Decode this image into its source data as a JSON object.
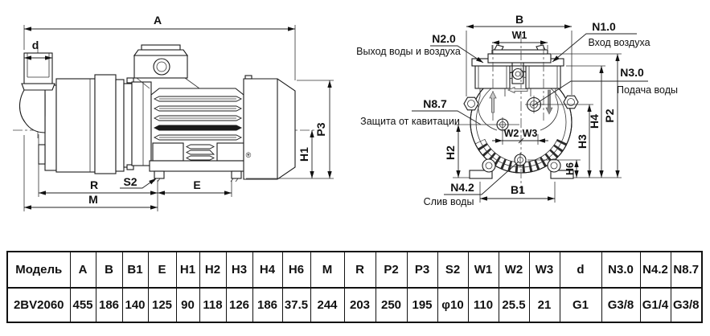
{
  "labels": {
    "A": "A",
    "B": "B",
    "B1": "B1",
    "E": "E",
    "H1": "H1",
    "H2": "H2",
    "H3": "H3",
    "H4": "H4",
    "H6": "H6",
    "M": "M",
    "R": "R",
    "P2": "P2",
    "P3": "P3",
    "S2": "S2",
    "W1": "W1",
    "W2": "W2",
    "W3": "W3",
    "d": "d"
  },
  "side_view": {
    "registered_mark": "®"
  },
  "front_view": {
    "ports": {
      "n2": {
        "code": "N2.0",
        "desc": "Выход воды и воздуха"
      },
      "n1": {
        "code": "N1.0",
        "desc": "Вход воздуха"
      },
      "n3": {
        "code": "N3.0",
        "desc": "Подача воды"
      },
      "n8": {
        "code": "N8.7",
        "desc": "Защита от кавитации"
      },
      "n4": {
        "code": "N4.2",
        "desc": "Слив воды"
      }
    }
  },
  "table": {
    "headers": [
      "Модель",
      "A",
      "B",
      "B1",
      "E",
      "H1",
      "H2",
      "H3",
      "H4",
      "H6",
      "M",
      "R",
      "P2",
      "P3",
      "S2",
      "W1",
      "W2",
      "W3",
      "d",
      "N3.0",
      "N4.2",
      "N8.7"
    ],
    "row": [
      "2BV2060",
      "455",
      "186",
      "140",
      "125",
      "90",
      "118",
      "126",
      "186",
      "37.5",
      "244",
      "203",
      "250",
      "195",
      "φ10",
      "110",
      "25.5",
      "21",
      "G1",
      "G3/8",
      "G1/4",
      "G3/8"
    ]
  }
}
